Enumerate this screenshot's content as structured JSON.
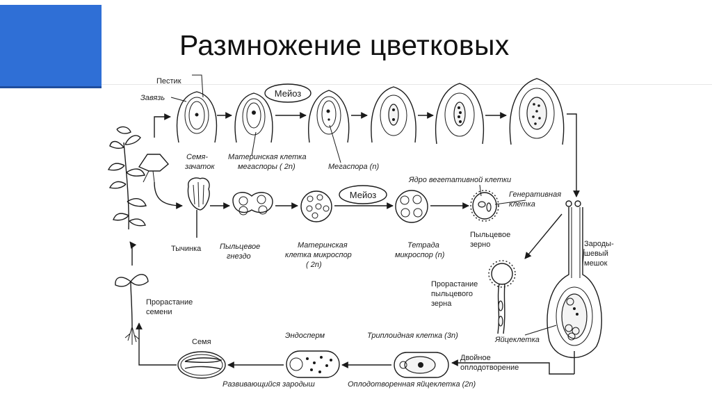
{
  "title": "Размножение цветковых",
  "labels": {
    "pestik": "Пестик",
    "zavyaz": "Завязь",
    "meioz_top": "Мейоз",
    "semyazachatok_1": "Семя-",
    "semyazachatok_2": "зачаток",
    "mat_megaspory_1": "Материнская клетка",
    "mat_megaspory_2": "мегаспоры ( 2n)",
    "megaspora": "Мегаспора (n)",
    "yadro_veget": "Ядро вегетативной клетки",
    "generativ_1": "Генеративная",
    "generativ_2": "клетка",
    "tychinka": "Тычинка",
    "pyltsevoe_gnezdo_1": "Пыльцевое",
    "pyltsevoe_gnezdo_2": "гнездо",
    "mat_mikrospor_1": "Материнская",
    "mat_mikrospor_2": "клетка микроспор",
    "mat_mikrospor_3": "( 2n)",
    "meioz_mid": "Мейоз",
    "tetrada_1": "Тетрада",
    "tetrada_2": "микроспор (n)",
    "pyltsevoe_zerno_1": "Пыльцевое",
    "pyltsevoe_zerno_2": "зерно",
    "zarodysh_meshok_1": "Зароды-",
    "zarodysh_meshok_2": "шевый",
    "zarodysh_meshok_3": "мешок",
    "prorast_zerna_1": "Прорастание",
    "prorast_zerna_2": "пыльцевого",
    "prorast_zerna_3": "зерна",
    "prorast_semeni_1": "Прорастание",
    "prorast_semeni_2": "семени",
    "yaytsekletka": "Яйцеклетка",
    "semya": "Семя",
    "endosperm": "Эндосперм",
    "triploid": "Триплоидная клетка (3n)",
    "dvoynoe_1": "Двойное",
    "dvoynoe_2": "оплодотворение",
    "razv_zarodysh": "Развивающийся зародыш",
    "oplod_yaytse": "Оплодотворенная яйцеклетка (2n)"
  }
}
